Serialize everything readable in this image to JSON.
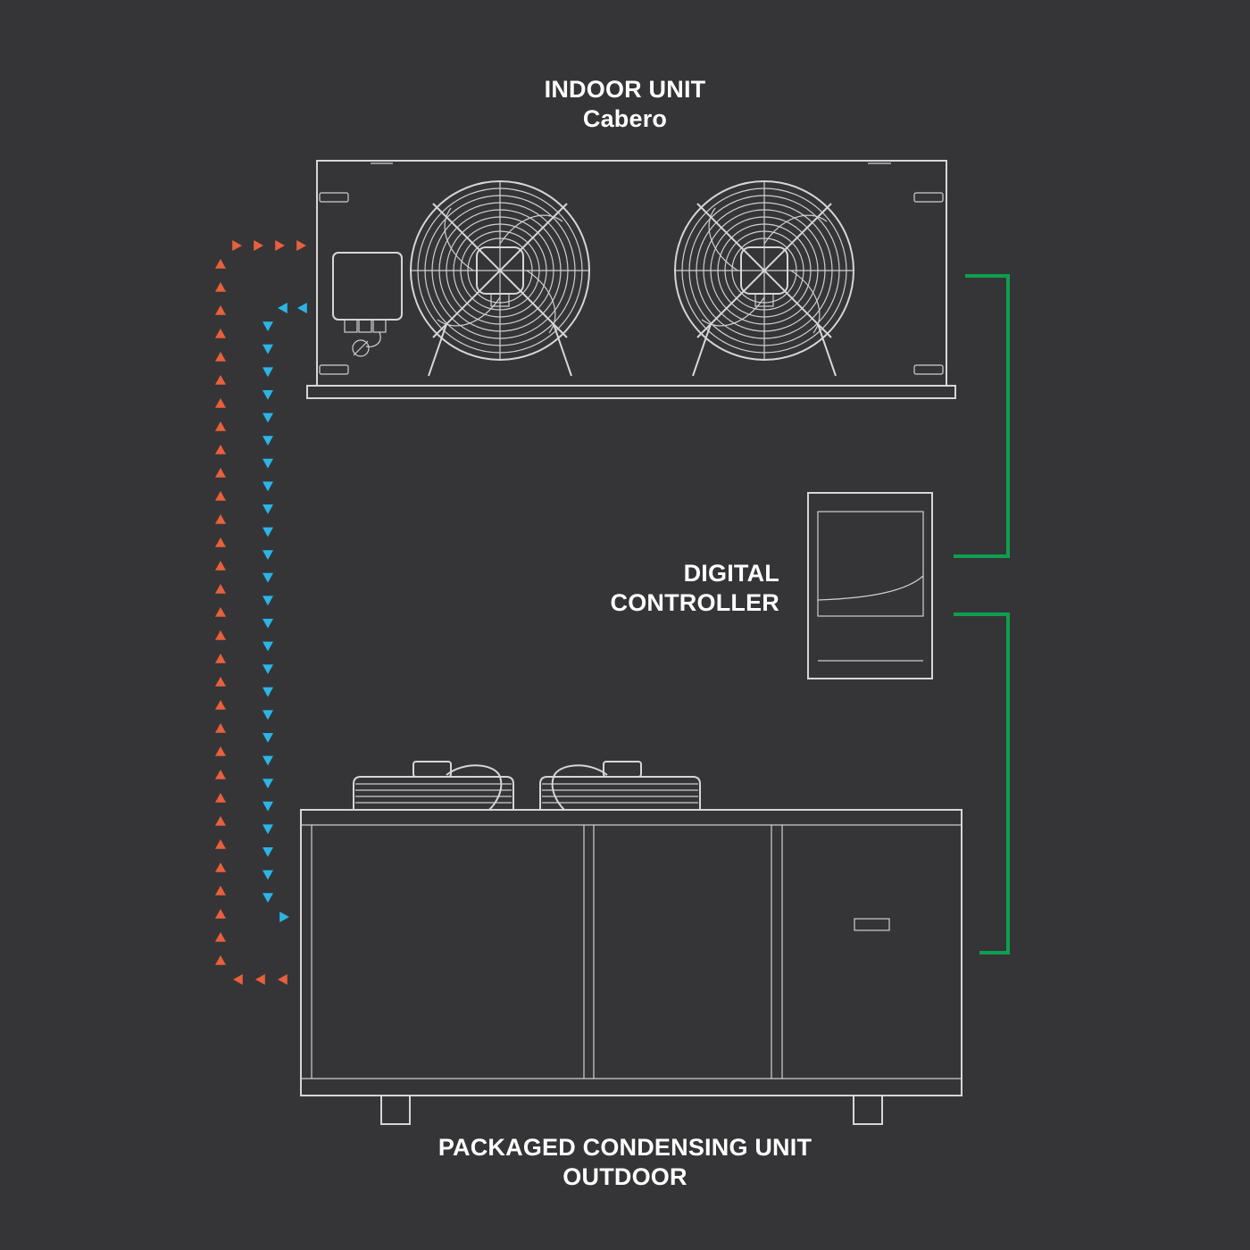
{
  "labels": {
    "indoor_title": "INDOOR UNIT",
    "indoor_subtitle": "Cabero",
    "controller_line1": "DIGITAL",
    "controller_line2": "CONTROLLER",
    "outdoor_line1": "PACKAGED CONDENSING UNIT",
    "outdoor_line2": "OUTDOOR"
  },
  "colors": {
    "background": "#353538",
    "outline": "#d6d6d6",
    "supply_line": "#e8603c",
    "return_line": "#2bb5e6",
    "control_wiring": "#0d9f4f",
    "text": "#ffffff"
  },
  "components": {
    "indoor_unit": {
      "fans": 2,
      "icon": "evaporator-fan-unit"
    },
    "digital_controller": {
      "icon": "controller-panel"
    },
    "condensing_unit": {
      "compressors": 2,
      "doors": 3,
      "icon": "condensing-unit"
    }
  },
  "connections": [
    {
      "from": "condensing_unit",
      "to": "indoor_unit",
      "style": "dotted-arrows",
      "color": "supply_line"
    },
    {
      "from": "indoor_unit",
      "to": "condensing_unit",
      "style": "dotted-arrows",
      "color": "return_line"
    },
    {
      "from": "digital_controller",
      "to": "indoor_unit",
      "style": "solid-bracket",
      "color": "control_wiring"
    },
    {
      "from": "digital_controller",
      "to": "condensing_unit",
      "style": "solid-bracket",
      "color": "control_wiring"
    }
  ]
}
